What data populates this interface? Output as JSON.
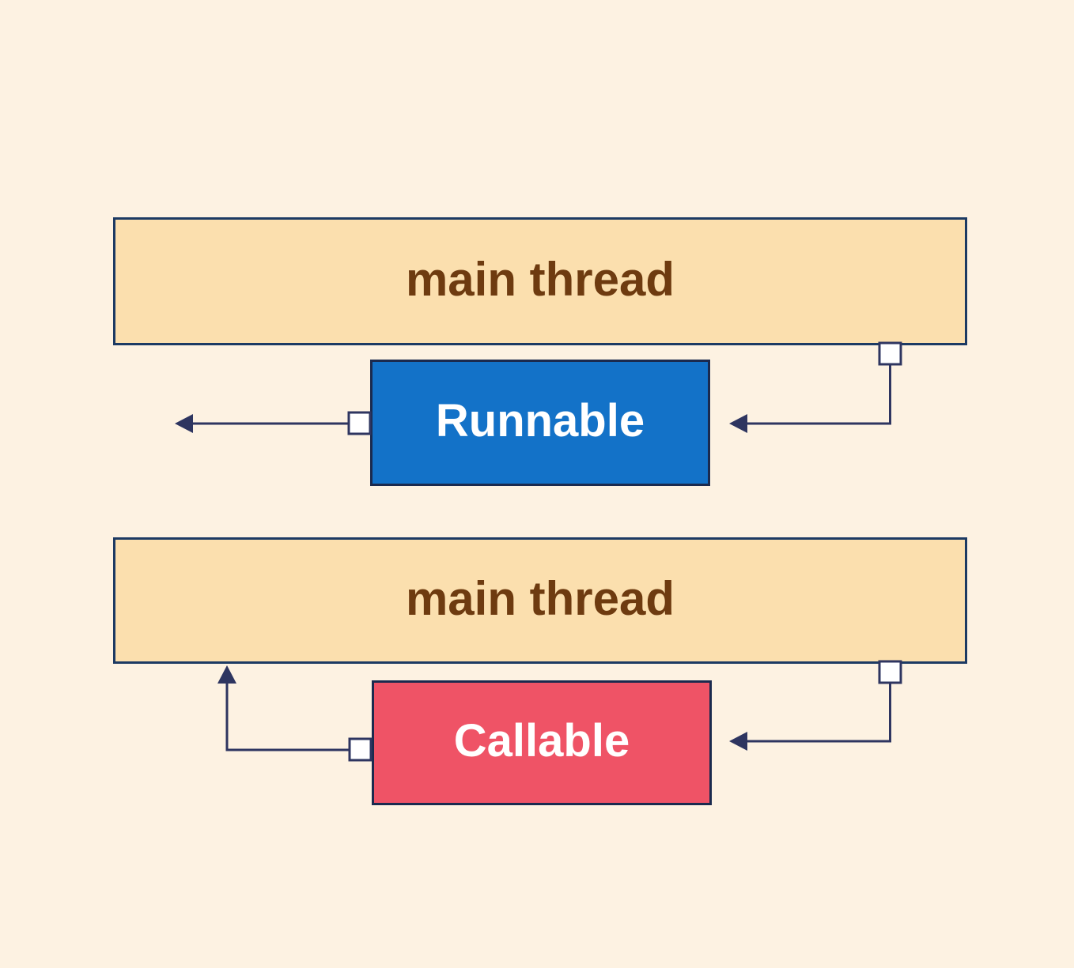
{
  "colors": {
    "background": "#fdf2e2",
    "main_thread_fill": "#fbdfae",
    "main_thread_border": "#1c3a63",
    "main_thread_text": "#6e3b10",
    "task_border": "#1b2a4e",
    "runnable_fill": "#1372c8",
    "callable_fill": "#ef5366",
    "task_text": "#ffffff",
    "connector": "#2e3560",
    "connector_square_fill": "#ffffff"
  },
  "sections": [
    {
      "main_thread_label": "main thread",
      "task_label": "Runnable"
    },
    {
      "main_thread_label": "main thread",
      "task_label": "Callable"
    }
  ]
}
